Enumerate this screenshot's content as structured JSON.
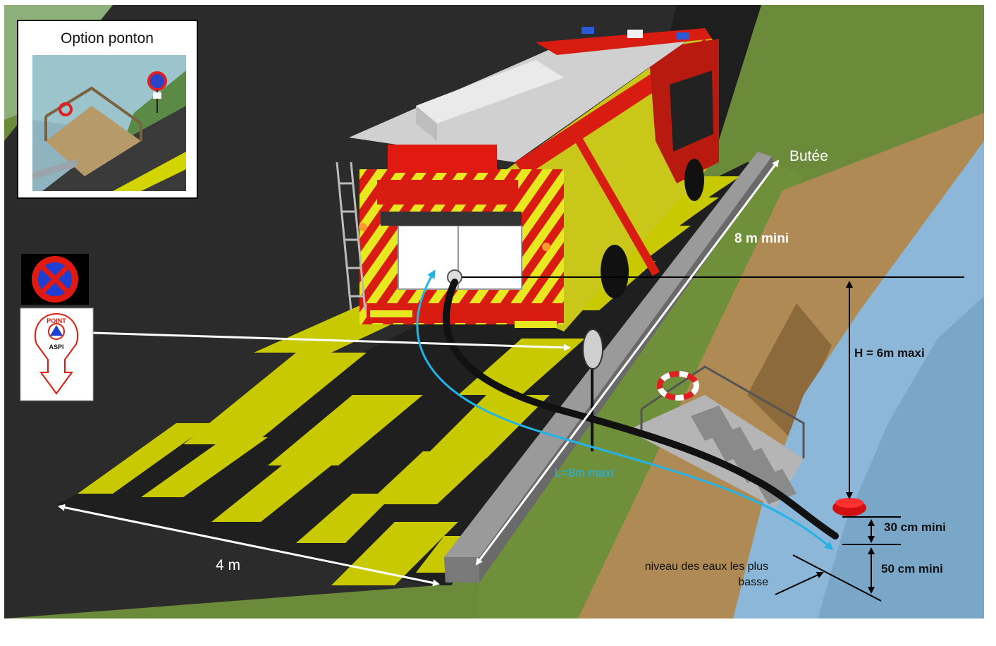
{
  "inset": {
    "title": "Option ponton"
  },
  "signs": {
    "no_parking": "no-parking-sign",
    "aspi_top": "POINT",
    "aspi_bottom": "ASPI"
  },
  "labels": {
    "butee": "Butée",
    "length_8m": "8 m mini",
    "height": "H = 6m maxi",
    "hose_length": "L=8m maxi",
    "width_4m": "4 m",
    "clearance_30": "30 cm mini",
    "depth_50": "50 cm mini",
    "water_level_line1": "niveau des eaux les plus",
    "water_level_line2": "basse"
  },
  "colors": {
    "asphalt": "#2a2a2a",
    "stripe": "#d4d400",
    "grass": "#6b8a3a",
    "bank": "#b08a55",
    "water": "#8fb8d8",
    "truck_red": "#d81c12",
    "truck_yellow": "#c8c81a",
    "hose": "#111111",
    "cyan_arrow": "#22b4e6",
    "strainer": "#d01010"
  }
}
